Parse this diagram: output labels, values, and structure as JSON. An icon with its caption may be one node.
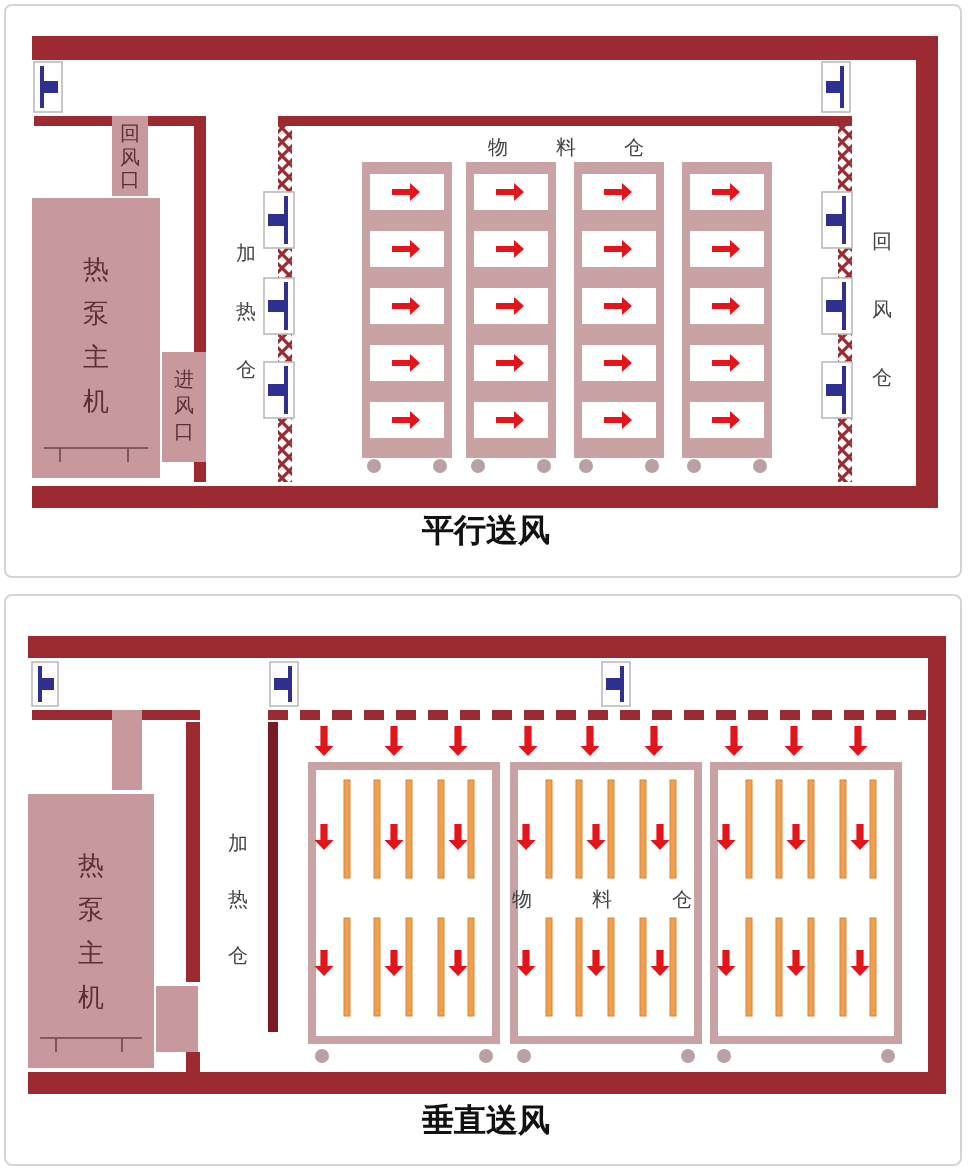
{
  "diagram": {
    "nodes": [
      {
        "text": [
          "平行送风"
        ]
      },
      {
        "text": [
          "回风口"
        ],
        "in": 0
      },
      {
        "text": [
          "热泵主机"
        ],
        "in": 0
      },
      {
        "text": [
          "进风口"
        ],
        "in": 0
      },
      {
        "text": [
          "垂直送风"
        ]
      },
      {
        "text": [
          "热泵主机"
        ],
        "in": 4
      }
    ],
    "labels": [
      "物料仓",
      "加热仓",
      "回风仓",
      "加热仓",
      "物料仓"
    ]
  }
}
